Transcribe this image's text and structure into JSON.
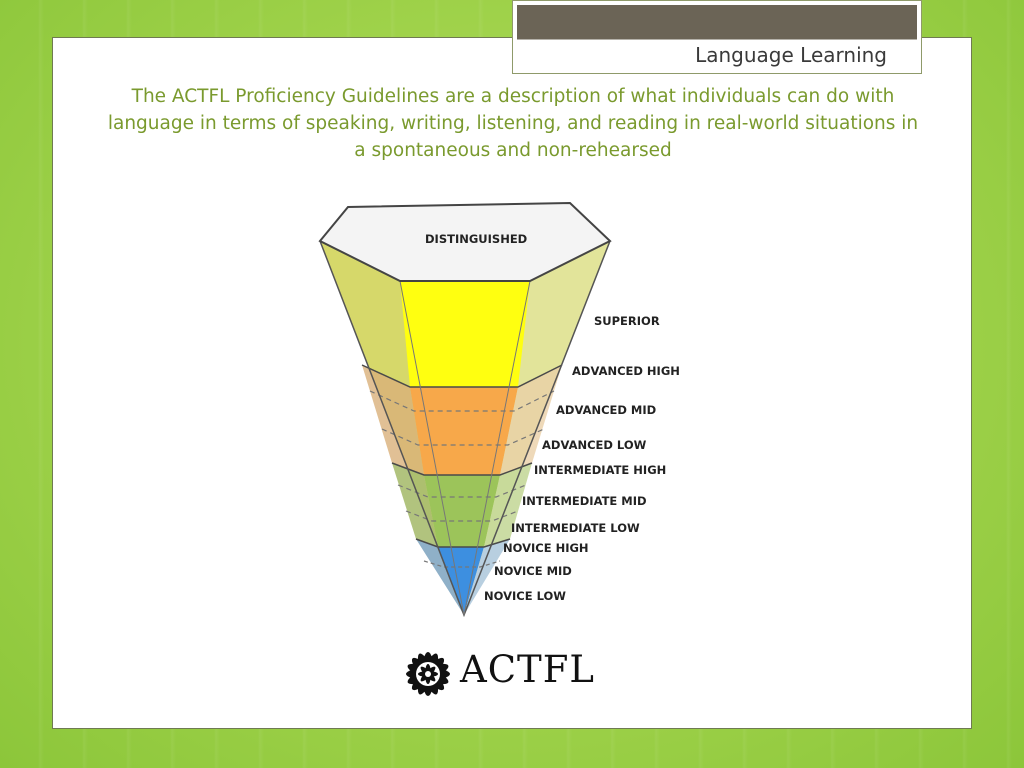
{
  "header": {
    "title": "Language Learning"
  },
  "main": {
    "body_text": "The ACTFL Proficiency Guidelines are a description of what individuals can do with language in terms of speaking, writing, listening, and reading in real-world situations in a spontaneous and non-rehearsed"
  },
  "diagram": {
    "levels": [
      {
        "label": "DISTINGUISHED",
        "color": "#ffffff"
      },
      {
        "label": "SUPERIOR",
        "color": "#ffff10"
      },
      {
        "label": "ADVANCED HIGH",
        "color": "#f7a84a"
      },
      {
        "label": "ADVANCED MID",
        "color": "#f7a84a"
      },
      {
        "label": "ADVANCED LOW",
        "color": "#f7a84a"
      },
      {
        "label": "INTERMEDIATE HIGH",
        "color": "#9cc45a"
      },
      {
        "label": "INTERMEDIATE MID",
        "color": "#9cc45a"
      },
      {
        "label": "INTERMEDIATE LOW",
        "color": "#9cc45a"
      },
      {
        "label": "NOVICE HIGH",
        "color": "#3d8fe0"
      },
      {
        "label": "NOVICE MID",
        "color": "#3d8fe0"
      },
      {
        "label": "NOVICE LOW",
        "color": "#3d8fe0"
      }
    ]
  },
  "logo": {
    "wordmark": "ACTFL",
    "icon": "actfl-flower-icon"
  },
  "colors": {
    "background": "#9fd24a",
    "title_band": "#6b6456",
    "body_text": "#7a9a2e",
    "superior": "#ffff10",
    "advanced": "#f7a84a",
    "intermediate": "#9cc45a",
    "novice": "#3d8fe0"
  }
}
